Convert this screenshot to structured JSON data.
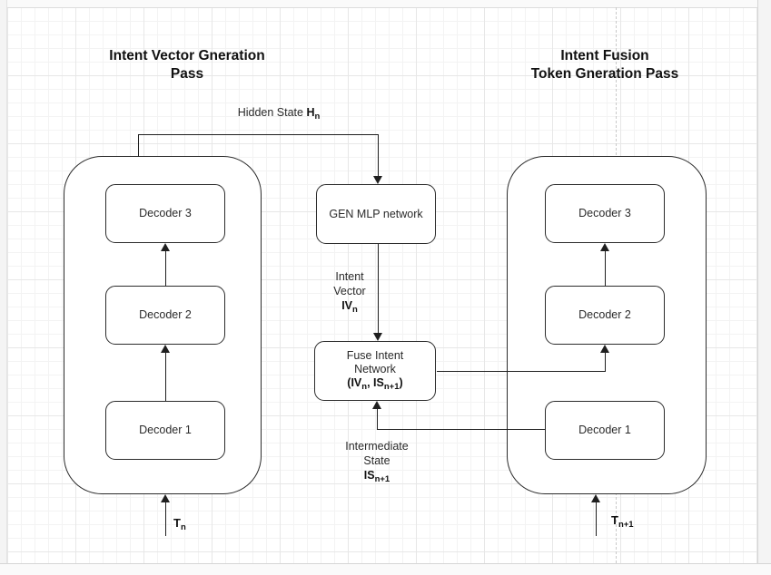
{
  "diagram": {
    "left_panel": {
      "title": [
        "Intent Vector Gneration",
        "Pass"
      ],
      "decoders": [
        "Decoder 3",
        "Decoder 2",
        "Decoder 1"
      ],
      "input": {
        "base": "T",
        "sub": "n"
      }
    },
    "right_panel": {
      "title": [
        "Intent Fusion",
        "Token Gneration Pass"
      ],
      "decoders": [
        "Decoder 3",
        "Decoder 2",
        "Decoder 1"
      ],
      "input": {
        "base": "T",
        "sub": "n+1"
      }
    },
    "nodes": {
      "gen_mlp": {
        "label": "GEN MLP network"
      },
      "fuse": {
        "line1": "Fuse Intent",
        "line2": "Network",
        "args": {
          "p1": "(IV",
          "s1": "n",
          "p2": ", IS",
          "s2": "n+1",
          "p3": ")"
        }
      }
    },
    "labels": {
      "hidden_state": {
        "prefix": "Hidden State ",
        "var": "H",
        "sub": "n"
      },
      "intent_vector": {
        "line1": "Intent",
        "line2": "Vector",
        "var": "IV",
        "sub": "n"
      },
      "intermediate_state": {
        "line1": "Intermediate",
        "line2": "State",
        "var": "IS",
        "sub": "n+1"
      }
    },
    "colors": {
      "stroke": "#1f1f1f",
      "text": "#111111",
      "box_fill": "#ffffff",
      "grid_minor": "#f3f3f3",
      "grid_major": "#e7e7e7",
      "page_edge": "#d6d6d6",
      "dashed_guide": "#c9c9c9"
    }
  }
}
